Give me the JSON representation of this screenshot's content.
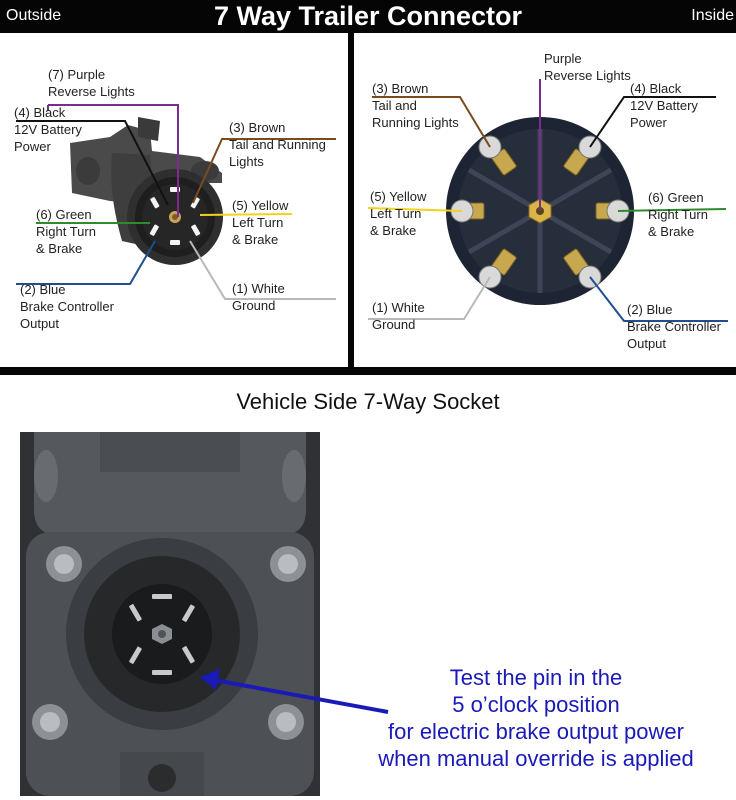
{
  "header": {
    "left": "Outside",
    "title": "7 Way Trailer Connector",
    "right": "Inside"
  },
  "outside_labels": {
    "purple": "(7) Purple\nReverse Lights",
    "black": "(4) Black\n12V Battery\nPower",
    "brown": "(3) Brown\nTail and Running\nLights",
    "yellow": "(5) Yellow\nLeft Turn\n& Brake",
    "green": "(6) Green\nRight Turn\n& Brake",
    "blue": "(2) Blue\nBrake Controller\nOutput",
    "white": "(1) White\nGround"
  },
  "inside_labels": {
    "purple": "Purple\nReverse Lights",
    "brown": "(3) Brown\nTail and\nRunning Lights",
    "black": "(4) Black\n12V Battery\nPower",
    "yellow": "(5) Yellow\nLeft Turn\n& Brake",
    "green": "(6) Green\nRight Turn\n& Brake",
    "white": "(1) White\nGround",
    "blue": "(2) Blue\nBrake Controller\nOutput"
  },
  "socket_title": "Vehicle Side 7-Way Socket",
  "note": "Test the pin in the\n5 o’clock position\nfor electric brake output power\nwhen manual override is applied",
  "colors": {
    "purple": "#7a2d8c",
    "black": "#111111",
    "brown": "#7b4a1e",
    "yellow": "#f2d21b",
    "green": "#2e8b2e",
    "blue": "#1f4f8f",
    "white": "#b8b8b8",
    "arrow": "#1a1ab8"
  }
}
